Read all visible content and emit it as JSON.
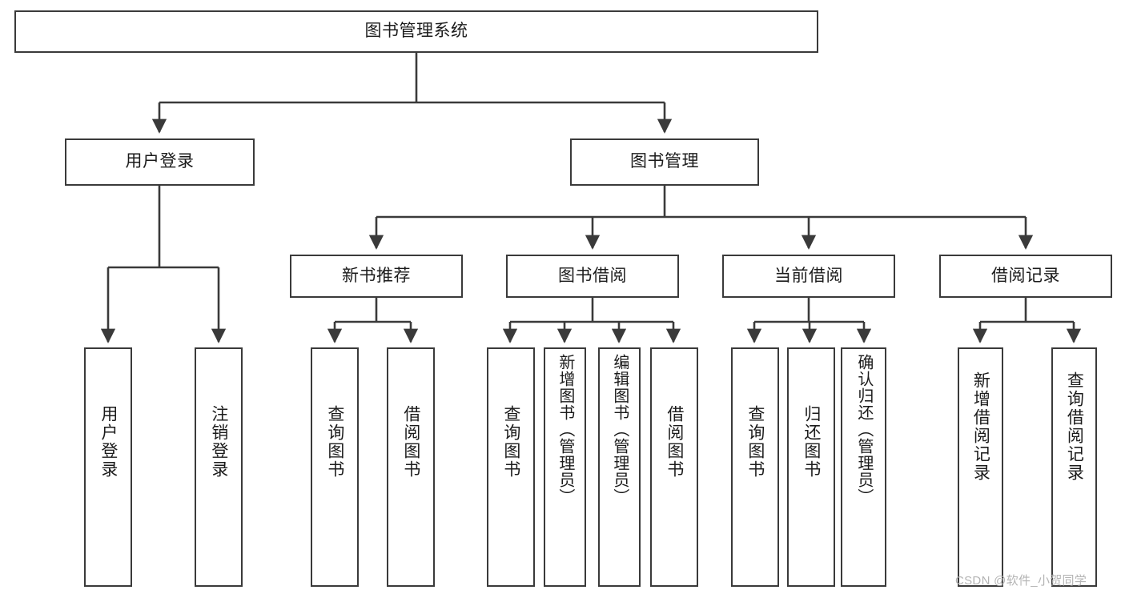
{
  "diagram": {
    "title": "图书管理系统",
    "type": "tree-hierarchy",
    "nodes": {
      "root": {
        "label": "图书管理系统"
      },
      "level2": [
        {
          "id": "user-login",
          "label": "用户登录"
        },
        {
          "id": "book-manage",
          "label": "图书管理"
        }
      ],
      "level3": [
        {
          "id": "new-book-recommend",
          "label": "新书推荐"
        },
        {
          "id": "book-borrow",
          "label": "图书借阅"
        },
        {
          "id": "current-borrow",
          "label": "当前借阅"
        },
        {
          "id": "borrow-record",
          "label": "借阅记录"
        }
      ],
      "level4": [
        {
          "id": "leaf-user-login",
          "label": "用户登录",
          "parent": "user-login"
        },
        {
          "id": "leaf-logout-login",
          "label": "注销登录",
          "parent": "user-login"
        },
        {
          "id": "leaf-query-book-1",
          "label": "查询图书",
          "parent": "new-book-recommend"
        },
        {
          "id": "leaf-borrow-book-1",
          "label": "借阅图书",
          "parent": "new-book-recommend"
        },
        {
          "id": "leaf-query-book-2",
          "label": "查询图书",
          "parent": "book-borrow"
        },
        {
          "id": "leaf-add-book-admin",
          "label": "新增图书（管理员）",
          "parent": "book-borrow"
        },
        {
          "id": "leaf-edit-book-admin",
          "label": "编辑图书（管理员）",
          "parent": "book-borrow"
        },
        {
          "id": "leaf-borrow-book-2",
          "label": "借阅图书",
          "parent": "book-borrow"
        },
        {
          "id": "leaf-query-book-3",
          "label": "查询图书",
          "parent": "current-borrow"
        },
        {
          "id": "leaf-return-book",
          "label": "归还图书",
          "parent": "current-borrow"
        },
        {
          "id": "leaf-confirm-return-admin",
          "label": "确认归还（管理员）",
          "parent": "current-borrow"
        },
        {
          "id": "leaf-add-borrow-record",
          "label": "新增借阅记录",
          "parent": "borrow-record"
        },
        {
          "id": "leaf-query-borrow-record",
          "label": "查询借阅记录",
          "parent": "borrow-record"
        }
      ]
    },
    "colors": {
      "stroke": "#3a3a3a",
      "fill": "#ffffff",
      "text": "#1b1b1b",
      "watermark": "#b4b4b4"
    }
  },
  "watermark": {
    "text": "CSDN @软件_小贺同学"
  }
}
